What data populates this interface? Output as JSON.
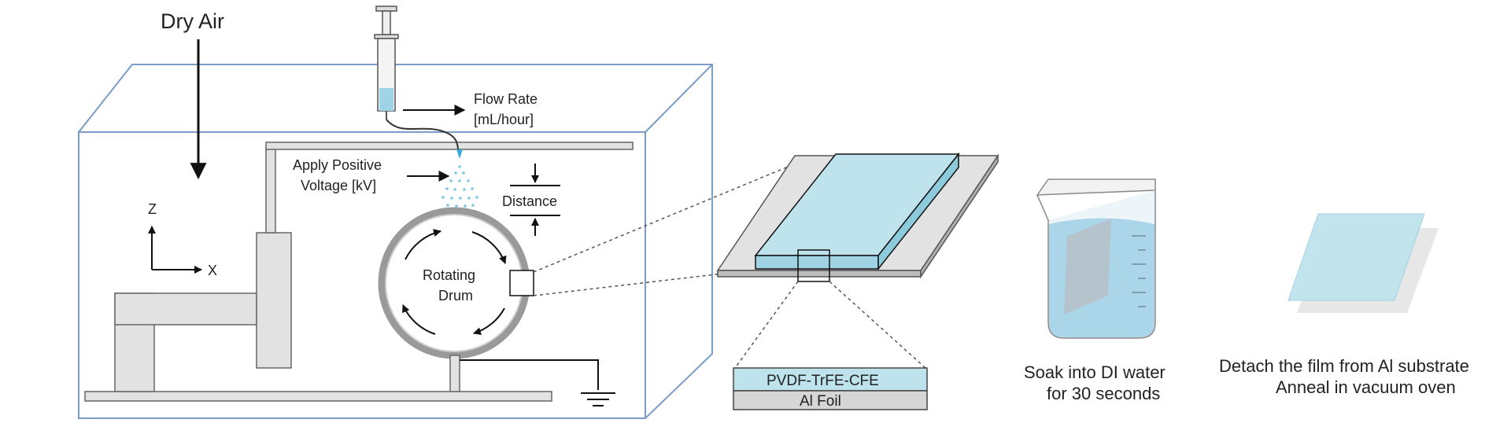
{
  "setup": {
    "dry_air": "Dry Air",
    "flow_rate_line1": "Flow Rate",
    "flow_rate_line2": "[mL/hour]",
    "voltage_line1": "Apply Positive",
    "voltage_line2": "Voltage [kV]",
    "distance": "Distance",
    "drum_line1": "Rotating",
    "drum_line2": "Drum",
    "axis_z": "Z",
    "axis_x": "X"
  },
  "substrate": {
    "top_layer": "PVDF-TrFE-CFE",
    "bottom_layer": "Al Foil"
  },
  "steps": {
    "soak_line1": "Soak into DI water",
    "soak_line2": "for 30 seconds",
    "detach_line1": "Detach the film from Al substrate",
    "detach_line2": "Anneal in vacuum oven"
  },
  "colors": {
    "chamber_edge": "#7a9cc6",
    "frame_fill": "#e2e2e2",
    "frame_stroke": "#666666",
    "film": "#bfe3ec",
    "water": "#9fcfe6",
    "drum": "#9a9a9a"
  }
}
